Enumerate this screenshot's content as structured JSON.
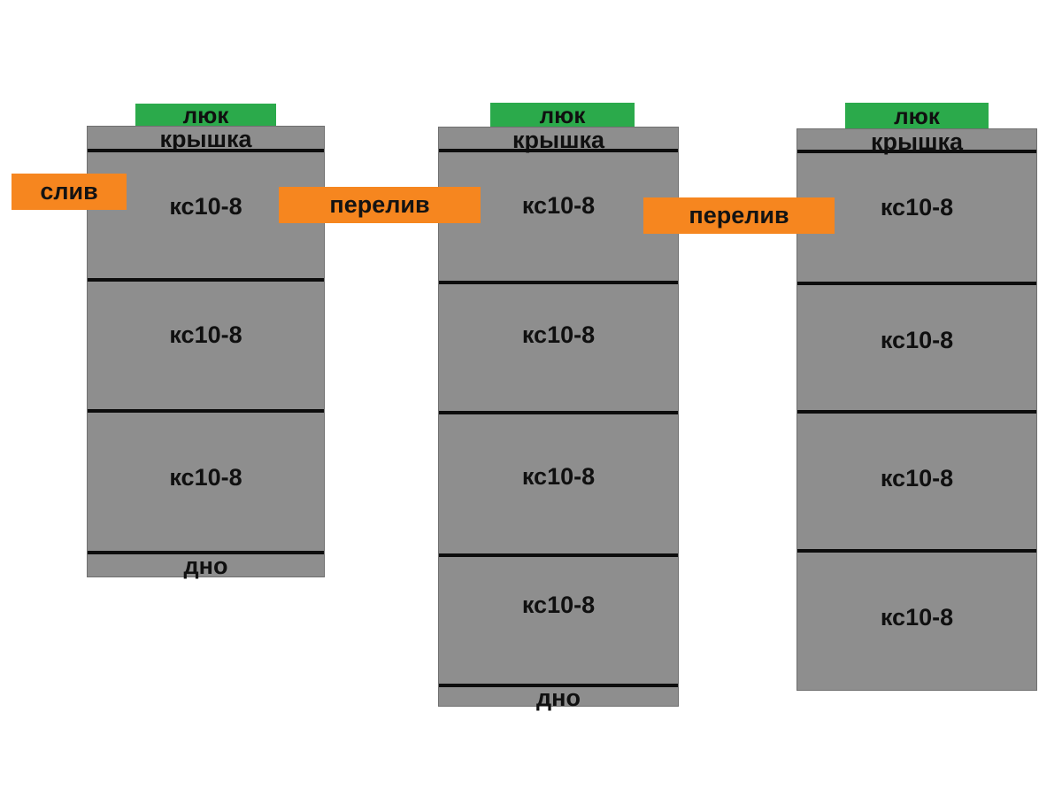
{
  "diagram": {
    "title": "septic-well-scheme",
    "colors": {
      "well_gray": "#8e8e8e",
      "hatch_green": "#2baa4b",
      "connector_orange": "#f6861f",
      "separator_black": "#0d0d0d",
      "background": "#ffffff"
    }
  },
  "wells": [
    {
      "name": "well-1",
      "hatch": "люк",
      "cover": "крышка",
      "rings": [
        "кс10-8",
        "кс10-8",
        "кс10-8"
      ],
      "bottom": "дно"
    },
    {
      "name": "well-2",
      "hatch": "люк",
      "cover": "крышка",
      "rings": [
        "кс10-8",
        "кс10-8",
        "кс10-8",
        "кс10-8"
      ],
      "bottom": "дно"
    },
    {
      "name": "well-3",
      "hatch": "люк",
      "cover": "крышка",
      "rings": [
        "кс10-8",
        "кс10-8",
        "кс10-8",
        "кс10-8"
      ],
      "bottom": null
    }
  ],
  "connectors": {
    "drain": "слив",
    "overflow_1": "перелив",
    "overflow_2": "перелив"
  }
}
